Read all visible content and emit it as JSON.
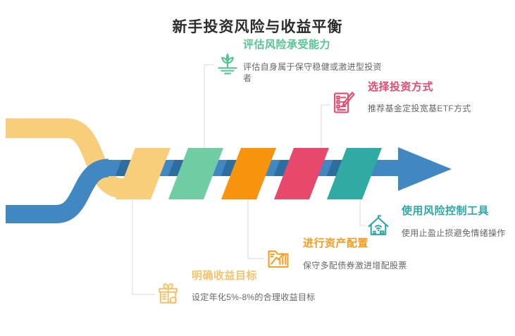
{
  "title": "新手投资风险与收益平衡",
  "flow": {
    "shaft_color": "#4187C1",
    "shaft_shadow_color": "#2E6DA0",
    "start_band_top_color": "#F8CE7B",
    "start_band_bottom_color": "#4187C1",
    "connector_color": "#D8D8D8"
  },
  "steps": [
    {
      "label": "明确收益目标",
      "desc": "设定年化5%-8%的合理收益目标",
      "accent_color": "#F5C36B",
      "chevron_color": "#F8CE7B",
      "icon": "gift-icon",
      "callout_position": "bottom-left"
    },
    {
      "label": "评估风险承受能力",
      "desc": "评估自身属于保守稳健或激进型投资者",
      "accent_color": "#55C493",
      "chevron_color": "#6FCCA3",
      "icon": "sprout-icon",
      "callout_position": "top-left"
    },
    {
      "label": "进行资产配置",
      "desc": "保守多配债券激进增配股票",
      "accent_color": "#F89C1F",
      "chevron_color": "#F8930D",
      "icon": "folder-chart-icon",
      "callout_position": "bottom-middle"
    },
    {
      "label": "选择投资方式",
      "desc": "推荐基金定投宽基ETF方式",
      "accent_color": "#E9486D",
      "chevron_color": "#E9486D",
      "icon": "checklist-pencil-icon",
      "callout_position": "top-right"
    },
    {
      "label": "使用风险控制工具",
      "desc": "使用止盈止损避免情绪操作",
      "accent_color": "#2FA7A7",
      "chevron_color": "#2FABA4",
      "icon": "smart-home-icon",
      "callout_position": "bottom-right"
    }
  ]
}
